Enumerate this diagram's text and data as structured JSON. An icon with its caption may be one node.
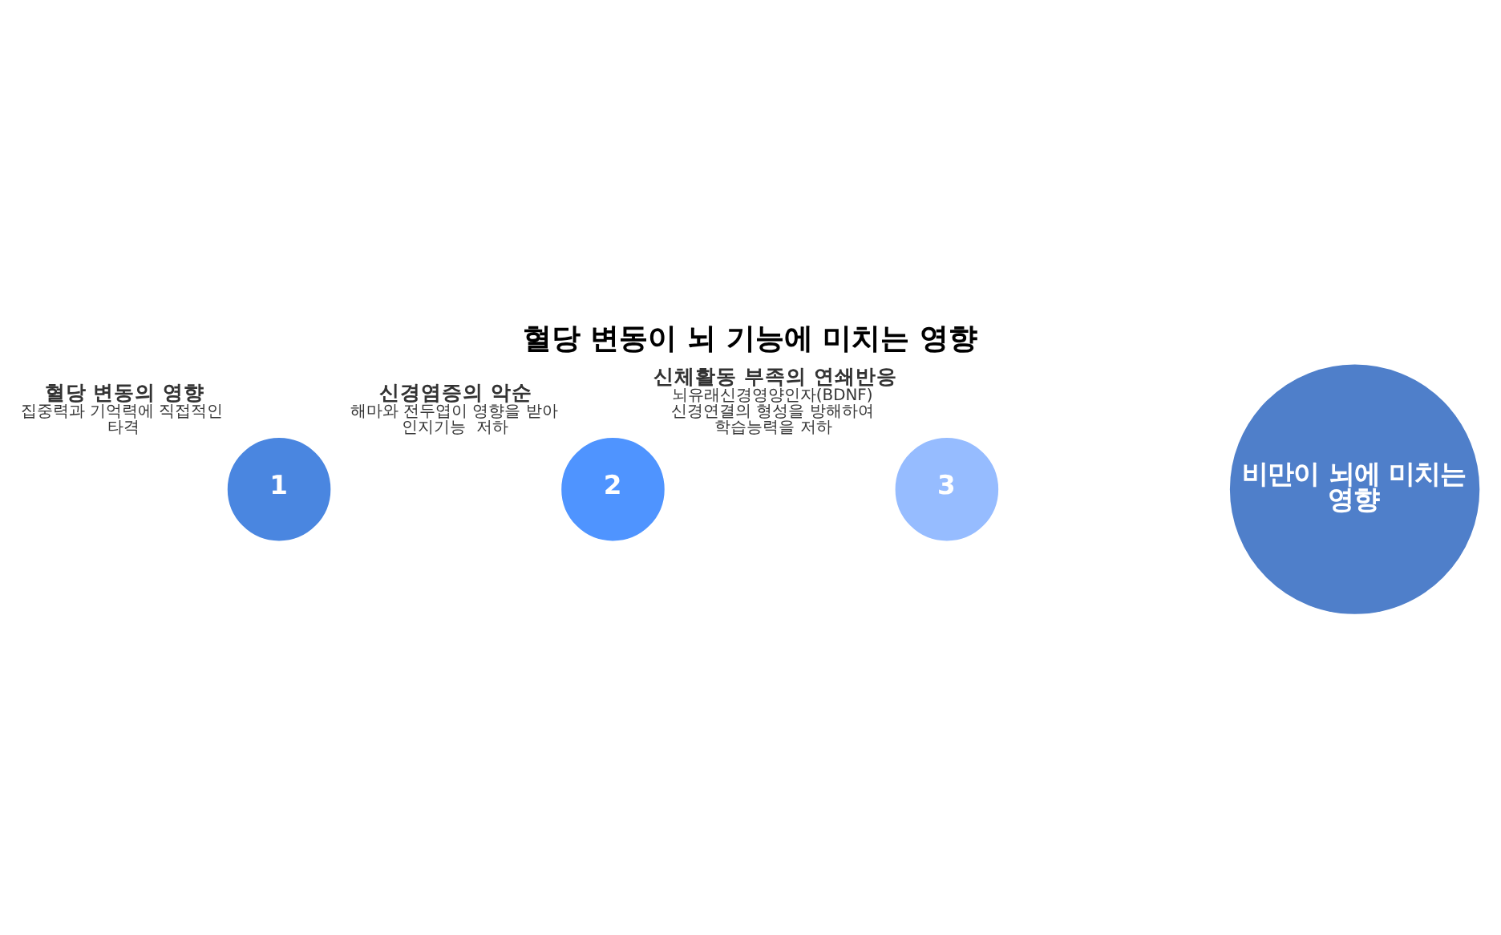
{
  "diagram": {
    "title": "혈당 변동이 뇌 기능에 미치는 영향",
    "nodes": [
      {
        "text": [
          "1"
        ],
        "beside": [
          "혈당 변동의 영향",
          "집중력과 기억력에 직접적인 타격"
        ]
      },
      {
        "text": [
          "2"
        ],
        "beside": [
          "신경염증의 악순",
          "해마와 전두엽이 영향을 받아 인지기능  저하"
        ]
      },
      {
        "text": [
          "3"
        ],
        "beside": [
          "신체활동 부족의 연쇄반응",
          "뇌유래신경영양인자(BDNF) 신경연결의 형성을 방해하여 학습능력을 저하"
        ]
      },
      {
        "text": [
          "비만이 뇌에 미치는 영향"
        ]
      }
    ],
    "edges": []
  }
}
